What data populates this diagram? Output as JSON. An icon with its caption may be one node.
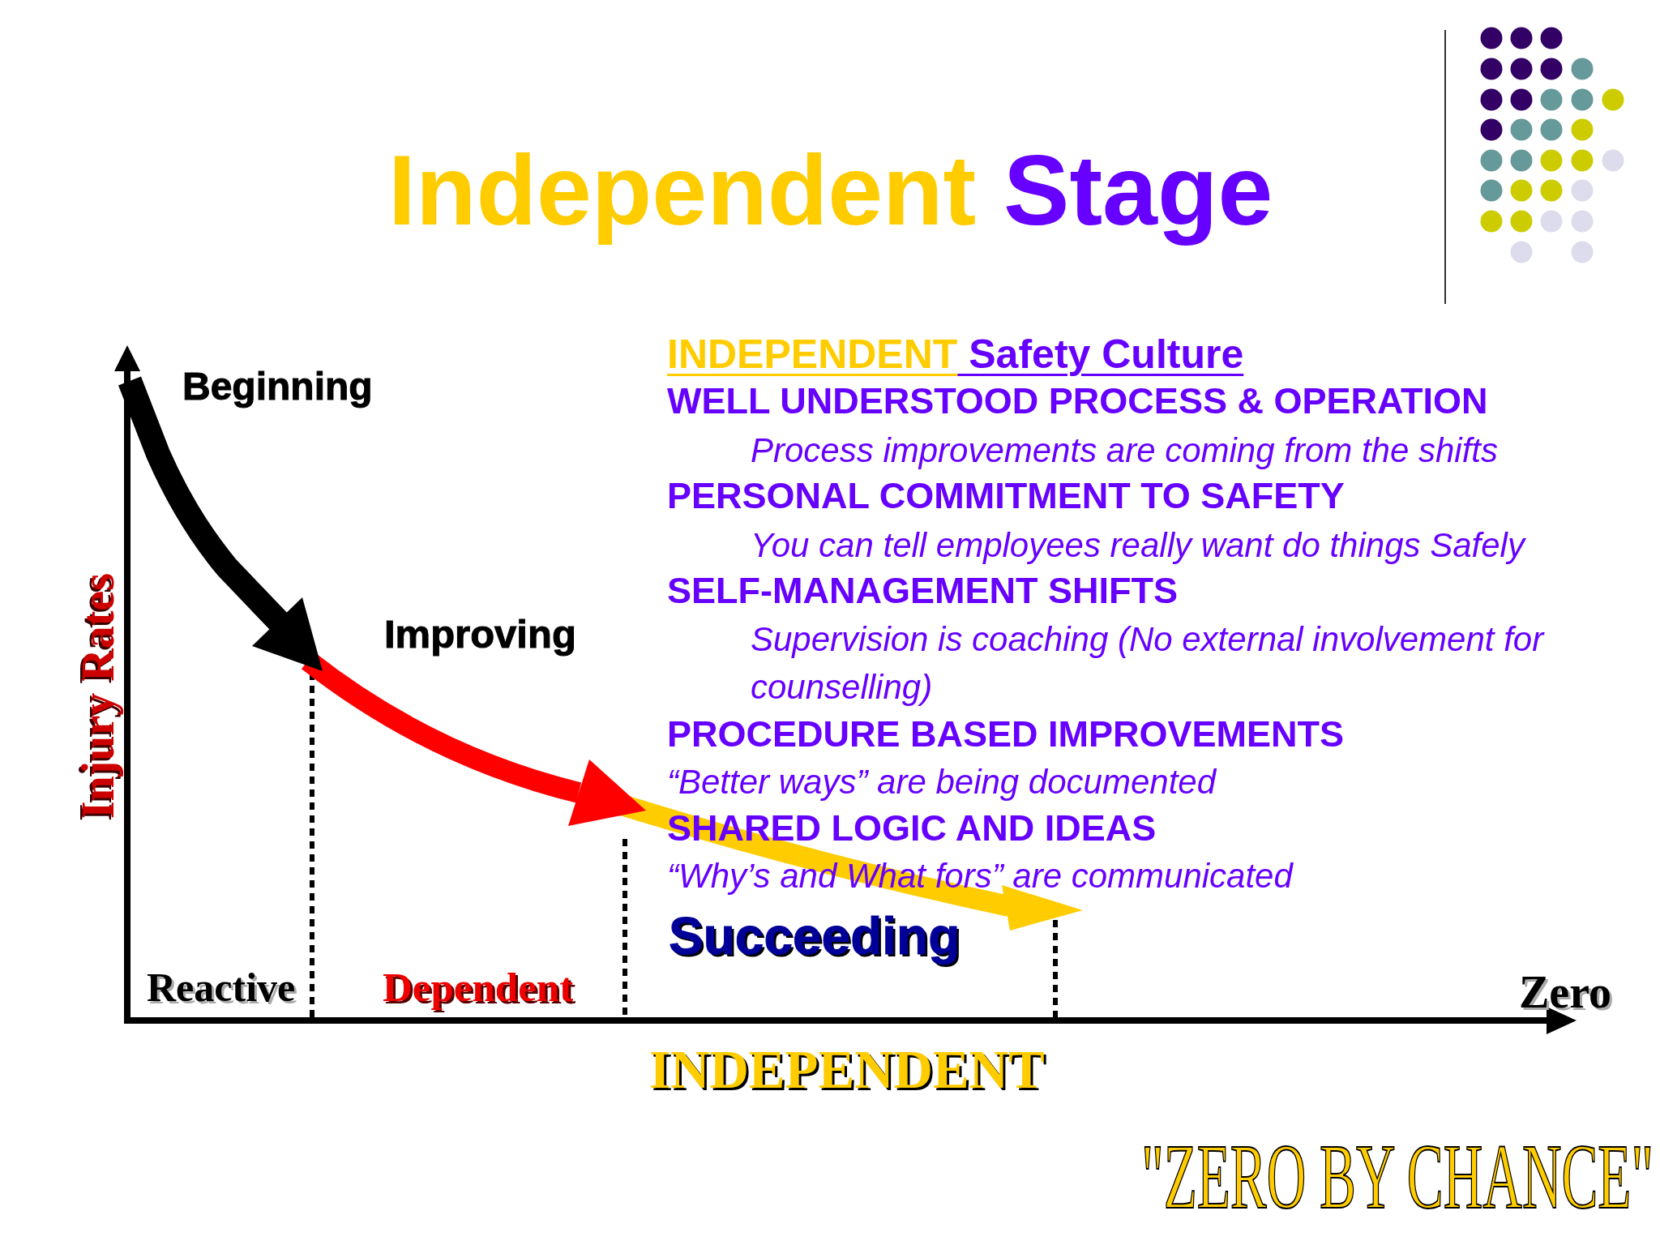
{
  "diagram": {
    "title": "Independent Stage",
    "labels": [
      "INDEPENDENT Safety Culture",
      "WELL UNDERSTOOD PROCESS & OPERATION",
      "Process improvements are coming from the shifts",
      "PERSONAL COMMITMENT TO SAFETY",
      "You can tell employees really want do things Safely",
      "SELF-MANAGEMENT SHIFTS",
      "Supervision is coaching (No external involvement for counselling)",
      "PROCEDURE BASED IMPROVEMENTS",
      "“Better ways” are being documented",
      "SHARED LOGIC AND IDEAS",
      "“Why’s and What fors” are communicated",
      "Beginning",
      "Improving",
      "Injury Rates",
      "Succeeding",
      "Reactive",
      "Dependent",
      "Zero",
      "INDEPENDENT",
      "\"ZERO BY CHANCE\""
    ]
  }
}
